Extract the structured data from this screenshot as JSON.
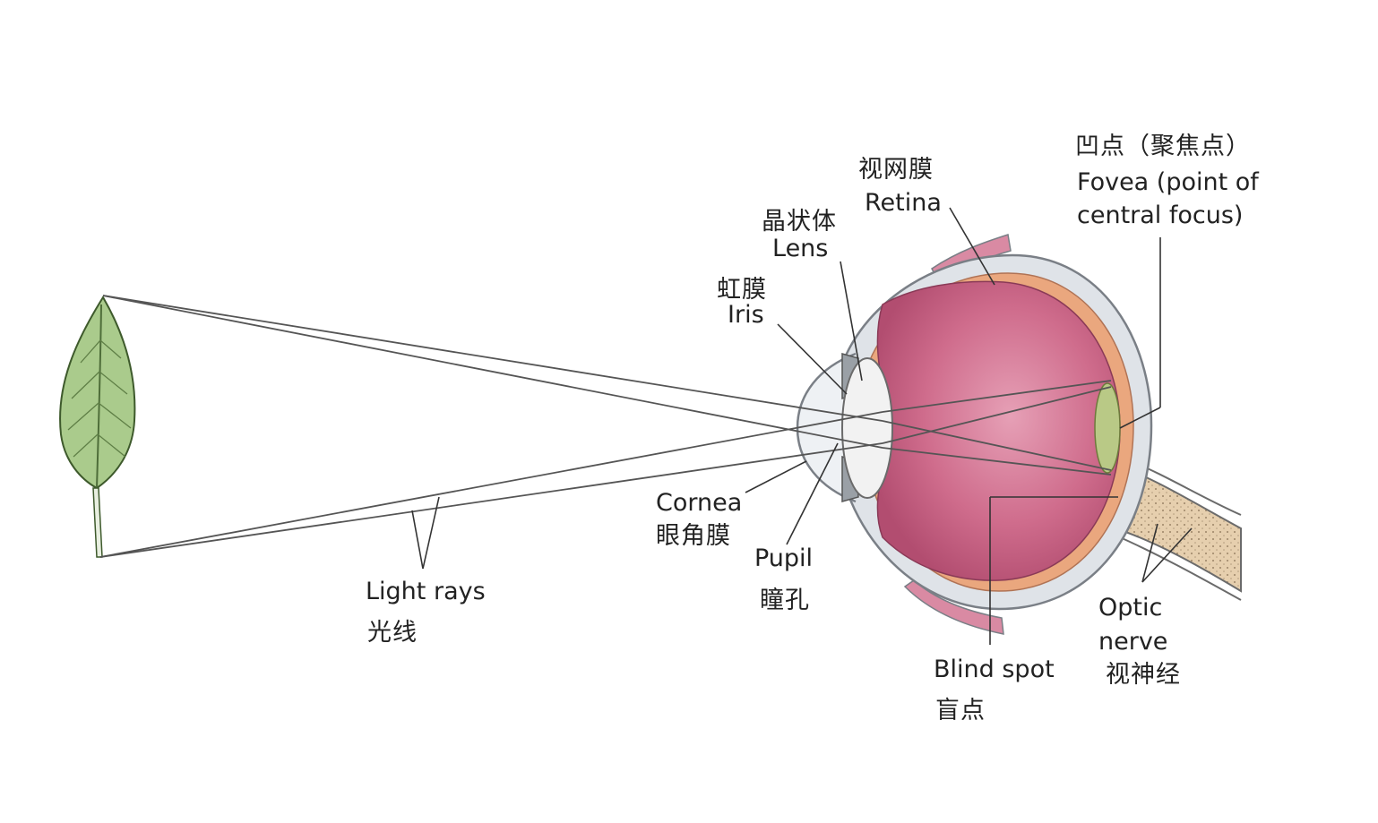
{
  "labels": {
    "retina_cn": "视网膜",
    "retina_en": "Retina",
    "fovea_cn": "凹点（聚焦点）",
    "fovea_en_1": "Fovea (point of",
    "fovea_en_2": "central focus)",
    "lens_cn": "晶状体",
    "lens_en": "Lens",
    "iris_cn": "虹膜",
    "iris_en": "Iris",
    "cornea_en": "Cornea",
    "cornea_cn": "眼角膜",
    "pupil_en": "Pupil",
    "pupil_cn": "瞳孔",
    "light_rays_en": "Light rays",
    "light_rays_cn": "光线",
    "blind_spot_en": "Blind spot",
    "blind_spot_cn": "盲点",
    "optic_1": "Optic",
    "optic_2": "nerve",
    "optic_cn": "视神经"
  },
  "colors": {
    "vitreous": "#c75b7e",
    "vitreous_light": "#e7a3b8",
    "sclera": "#d9dde3",
    "sclera_edge": "#7a7f86",
    "choroid": "#e9a27a",
    "leaf": "#a9c98a",
    "leaf_edge": "#3e5a2c",
    "nerve": "#e2c9a6",
    "line": "#333333"
  }
}
